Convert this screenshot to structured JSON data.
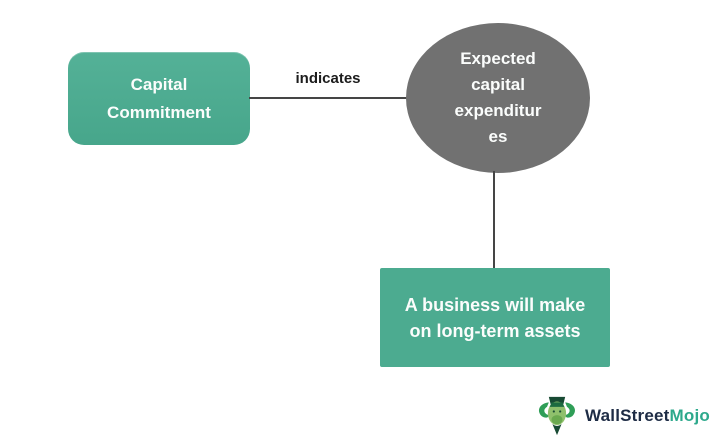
{
  "diagram": {
    "node_capital_commitment": {
      "lines": {
        "0": "Capital",
        "1": "Commitment"
      }
    },
    "edge_indicates": {
      "label": "indicates"
    },
    "node_expected_capex": {
      "lines": {
        "0": "Expected",
        "1": "capital",
        "2": "expenditur",
        "3": "es"
      }
    },
    "node_business_assets": {
      "lines": {
        "0": "A business will make",
        "1": "on long-term assets"
      }
    }
  },
  "logo": {
    "brand_primary": "WallStreet",
    "brand_secondary": "Mojo",
    "icon": "bull-icon"
  },
  "colors": {
    "node_green": "#4cab90",
    "node_gray": "#717171",
    "connector": "#454545",
    "label_text": "#1c1c1c",
    "brand_navy": "#1e2c45",
    "brand_teal": "#2da98c"
  }
}
